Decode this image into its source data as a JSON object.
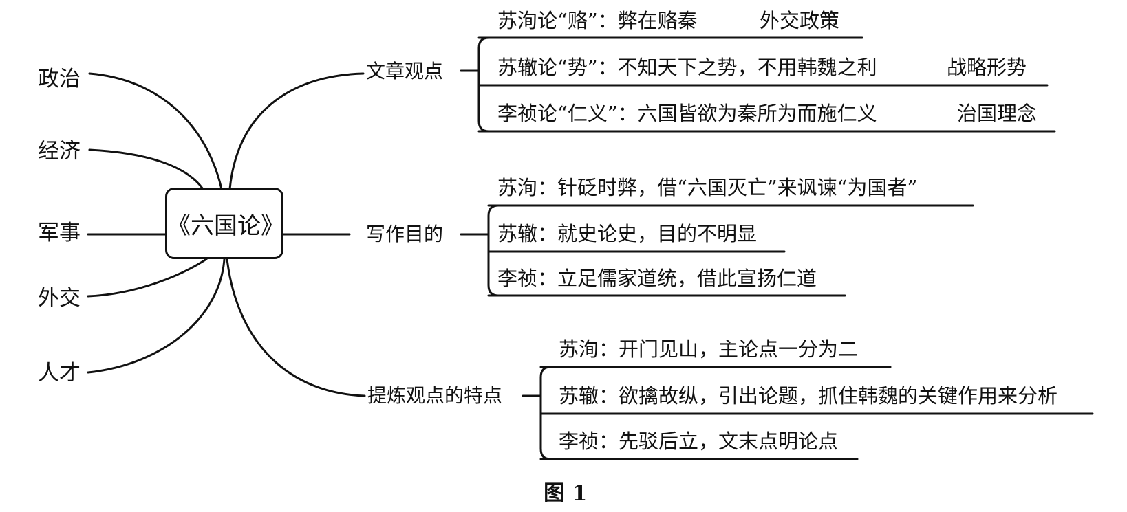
{
  "center": {
    "title": "《六国论》"
  },
  "left_items": [
    "政治",
    "经济",
    "军事",
    "外交",
    "人才"
  ],
  "branches": [
    {
      "label": "文章观点",
      "items": [
        {
          "text": "苏洵论“赂”：弊在赂秦",
          "tag": "外交政策"
        },
        {
          "text": "苏辙论“势”：不知天下之势，不用韩魏之利",
          "tag": "战略形势"
        },
        {
          "text": "李祯论“仁义”：六国皆欲为秦所为而施仁义",
          "tag": "治国理念"
        }
      ]
    },
    {
      "label": "写作目的",
      "items": [
        {
          "text": "苏洵：针砭时弊，借“六国灭亡”来讽谏“为国者”"
        },
        {
          "text": "苏辙：就史论史，目的不明显"
        },
        {
          "text": "李祯：立足儒家道统，借此宣扬仁道"
        }
      ]
    },
    {
      "label": "提炼观点的特点",
      "items": [
        {
          "text": "苏洵：开门见山，主论点一分为二"
        },
        {
          "text": "苏辙：欲擒故纵，引出论题，抓住韩魏的关键作用来分析"
        },
        {
          "text": "李祯：先驳后立，文末点明论点"
        }
      ]
    }
  ],
  "caption": "图 1"
}
